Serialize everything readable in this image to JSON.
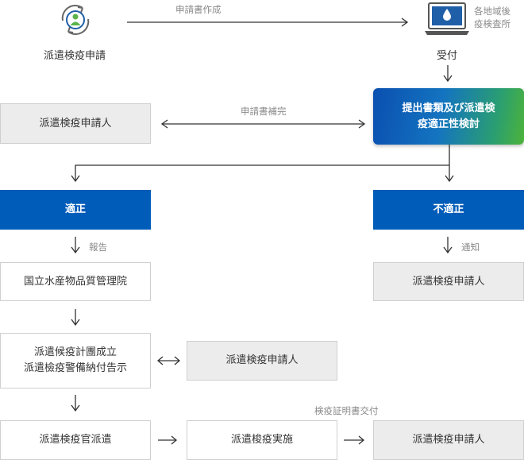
{
  "nodes": {
    "applicant_icon_label": "派遣検疫申請",
    "reception_icon_label": "受付",
    "reception_office": [
      "各地域後",
      "疫検査所"
    ],
    "review": [
      "提出書類及び派遣検",
      "疫適正性検討"
    ],
    "applicant_left": "派遣検疫申請人",
    "appropriate": "適正",
    "inappropriate": "不適正",
    "applicant_right_mid": "派遣検疫申請人",
    "niqs": "国立水産物品質管理院",
    "plan": [
      "派遣候疫計團成立",
      "派遣檢疫警備納付告示"
    ],
    "applicant_center": "派遣検疫申請人",
    "dispatch_officer": "派遣検疫官派遣",
    "inspection": "派遣梭疫実施",
    "applicant_final": "派遣検疫申請人"
  },
  "edges": {
    "write_application": "申請書作成",
    "supplement_application": "申請書補完",
    "report": "報告",
    "notify": "通知",
    "issue_certificate": "検疫証明書交付"
  },
  "colors": {
    "blue": "#005cb9",
    "gray_box": "#ececec",
    "border": "#cfcfcf",
    "arrow": "#333333",
    "label": "#8a8a8a",
    "icon_blue": "#1f5fa8",
    "icon_green": "#5ab44a"
  },
  "icons": [
    "person-cycle-icon",
    "laptop-droplet-icon"
  ]
}
